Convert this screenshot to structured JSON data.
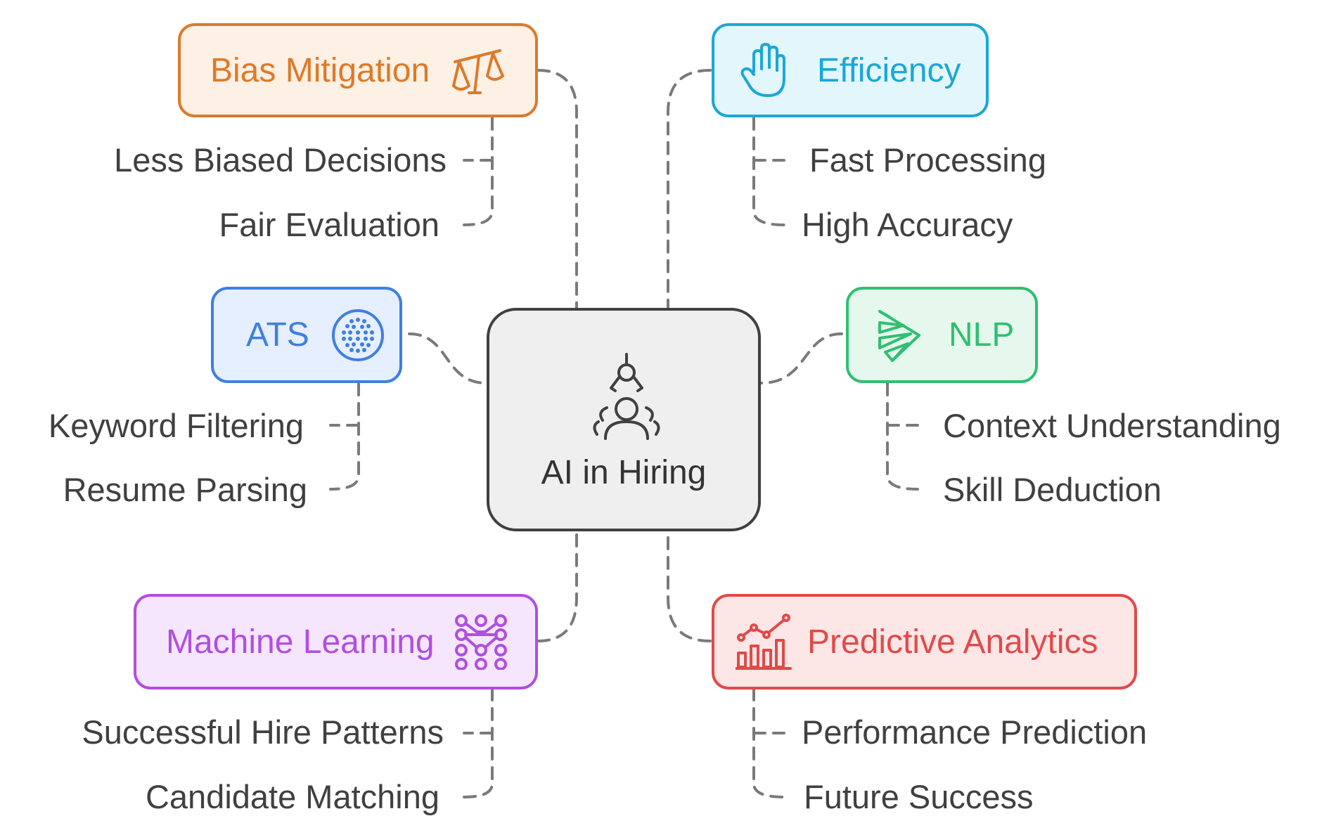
{
  "center": {
    "label": "AI in Hiring",
    "icon": "robot-arm-user-icon"
  },
  "colors": {
    "connector": "#7a7a7a",
    "bias": {
      "stroke": "#dc7a2a",
      "fill": "#fdf0e4"
    },
    "efficiency": {
      "stroke": "#1aa7d9",
      "fill": "#e3f6fc"
    },
    "ats": {
      "stroke": "#3f7fe0",
      "fill": "#e6efff"
    },
    "nlp": {
      "stroke": "#2fbf72",
      "fill": "#e6f8ed"
    },
    "ml": {
      "stroke": "#b04fe0",
      "fill": "#f5e6fd"
    },
    "predictive": {
      "stroke": "#e04a4a",
      "fill": "#fde6e6"
    }
  },
  "nodes": {
    "bias": {
      "label": "Bias Mitigation",
      "icon": "scales-icon",
      "items": [
        "Less Biased Decisions",
        "Fair Evaluation"
      ]
    },
    "efficiency": {
      "label": "Efficiency",
      "icon": "hand-icon",
      "items": [
        "Fast Processing",
        "High Accuracy"
      ]
    },
    "ats": {
      "label": "ATS",
      "icon": "dotted-circle-icon",
      "items": [
        "Keyword Filtering",
        "Resume Parsing"
      ]
    },
    "nlp": {
      "label": "NLP",
      "icon": "layered-arrow-icon",
      "items": [
        "Context Understanding",
        "Skill Deduction"
      ]
    },
    "ml": {
      "label": "Machine Learning",
      "icon": "node-network-icon",
      "items": [
        "Successful Hire Patterns",
        "Candidate Matching"
      ]
    },
    "predictive": {
      "label": "Predictive Analytics",
      "icon": "bar-chart-trend-icon",
      "items": [
        "Performance Prediction",
        "Future Success"
      ]
    }
  }
}
